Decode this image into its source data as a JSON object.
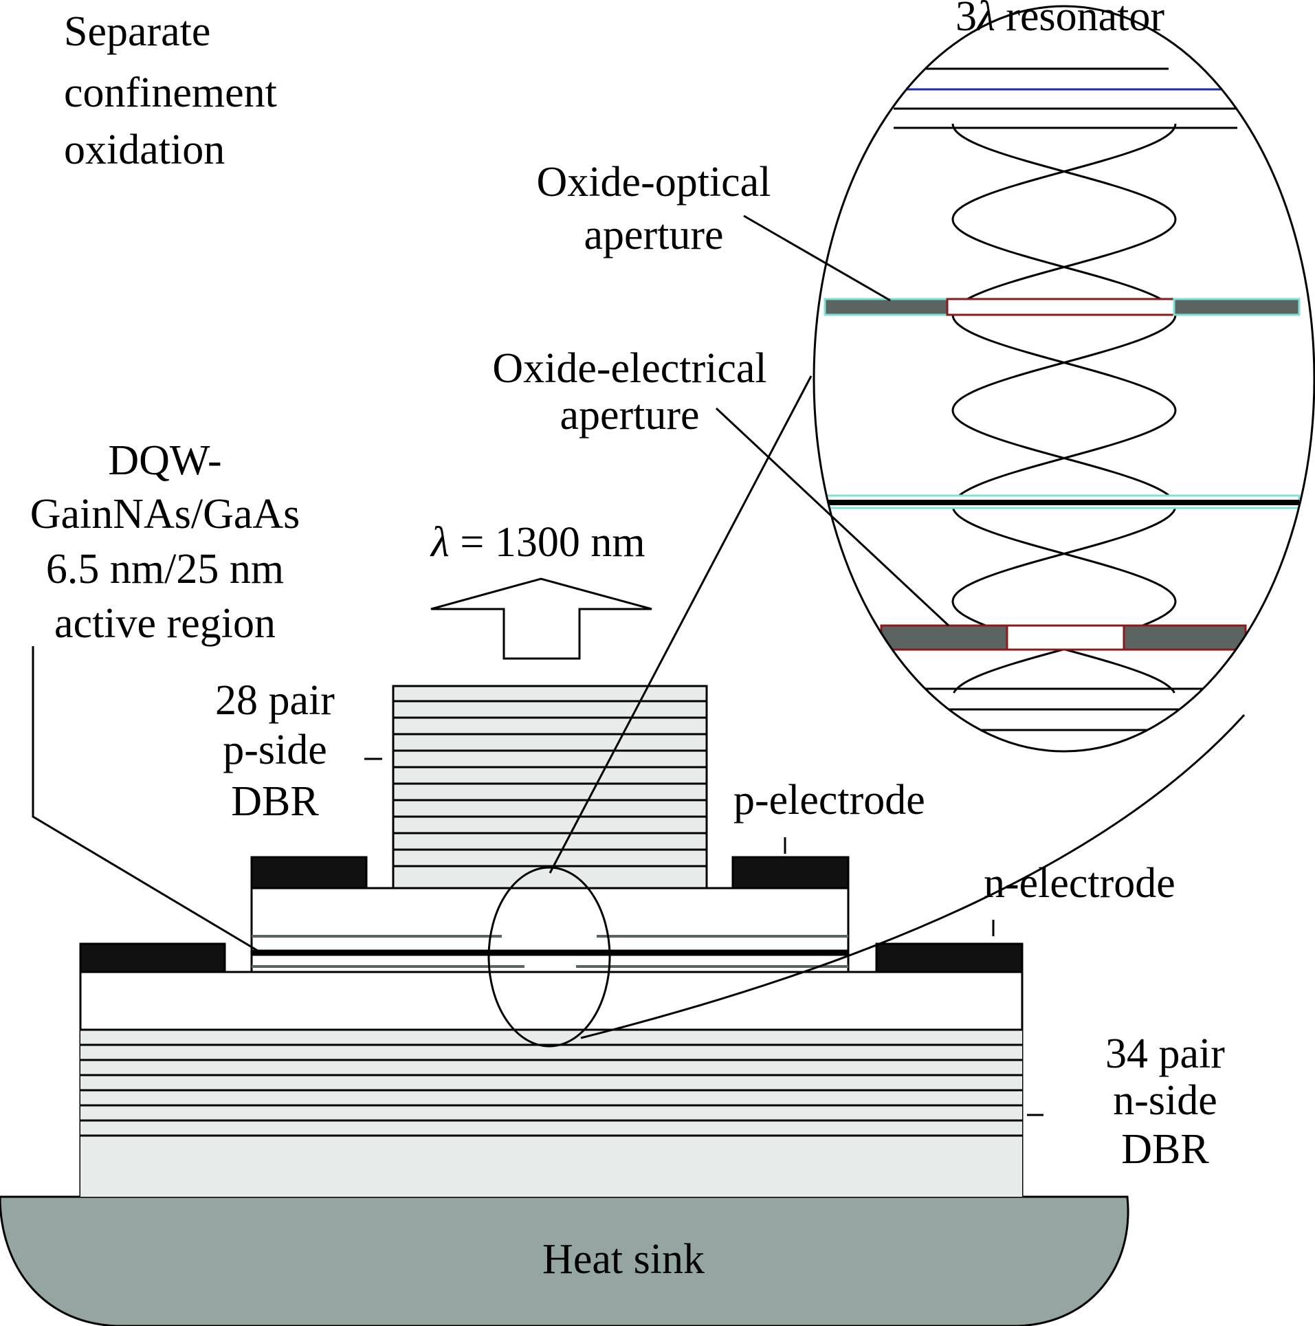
{
  "labels": {
    "scox": [
      "Separate",
      "confinement",
      "oxidation"
    ],
    "resonator_prefix": "3",
    "resonator_symbol": "λ",
    "resonator_suffix": " resonator",
    "optical": [
      "Oxide-optical",
      "aperture"
    ],
    "electrical": [
      "Oxide-electrical",
      "aperture"
    ],
    "dqw": [
      "DQW-",
      "GainNAs/GaAs",
      "6.5 nm/25 nm",
      "active region"
    ],
    "wavelength_symbol": "λ",
    "wavelength_value": " = 1300 nm",
    "pdbr": [
      "28 pair",
      "p-side",
      "DBR"
    ],
    "p_electrode": "p-electrode",
    "n_electrode": "n-electrode",
    "ndbr": [
      "34 pair",
      "n-side",
      "DBR"
    ],
    "heat_sink": "Heat sink"
  },
  "colors": {
    "heat_sink": "#95a5a2",
    "dbr_fill": "#e7ebea",
    "electrode": "#111111",
    "oxide_gray": "#5c6462",
    "oxide_outline_cyan": "#7fe0d6",
    "aperture_red": "#8b1a1a",
    "top_mirror_blue": "#1a2aa8"
  }
}
